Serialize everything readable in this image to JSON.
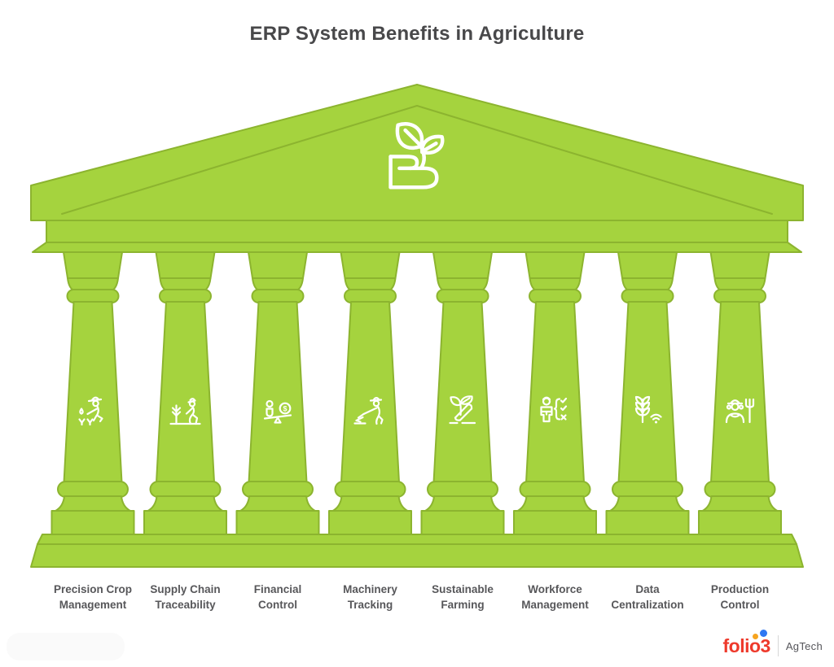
{
  "title": "ERP System Benefits in Agriculture",
  "colors": {
    "temple_fill": "#a5d33e",
    "temple_stroke": "#8cb42f",
    "icon_stroke": "#ffffff",
    "title_text": "#48484a",
    "label_text": "#57575a",
    "logo_red": "#ee3a2c",
    "logo_orange": "#f6a41f",
    "logo_blue": "#2e77f2"
  },
  "pediment_icon": "hand-holding-leaves-icon",
  "pillars": [
    {
      "label": "Precision Crop\nManagement",
      "icon": "farmer-sowing-icon"
    },
    {
      "label": "Supply Chain\nTraceability",
      "icon": "tree-planting-icon"
    },
    {
      "label": "Financial\nControl",
      "icon": "balance-money-icon"
    },
    {
      "label": "Machinery\nTracking",
      "icon": "plowing-machinery-icon"
    },
    {
      "label": "Sustainable\nFarming",
      "icon": "hand-sprout-icon"
    },
    {
      "label": "Workforce\nManagement",
      "icon": "worker-checklist-icon"
    },
    {
      "label": "Data\nCentralization",
      "icon": "wheat-wifi-icon"
    },
    {
      "label": "Production\nControl",
      "icon": "farmer-pitchfork-icon"
    }
  ],
  "financial_symbol": "$",
  "logo": {
    "brand": "folio3",
    "suffix": "AgTech"
  }
}
